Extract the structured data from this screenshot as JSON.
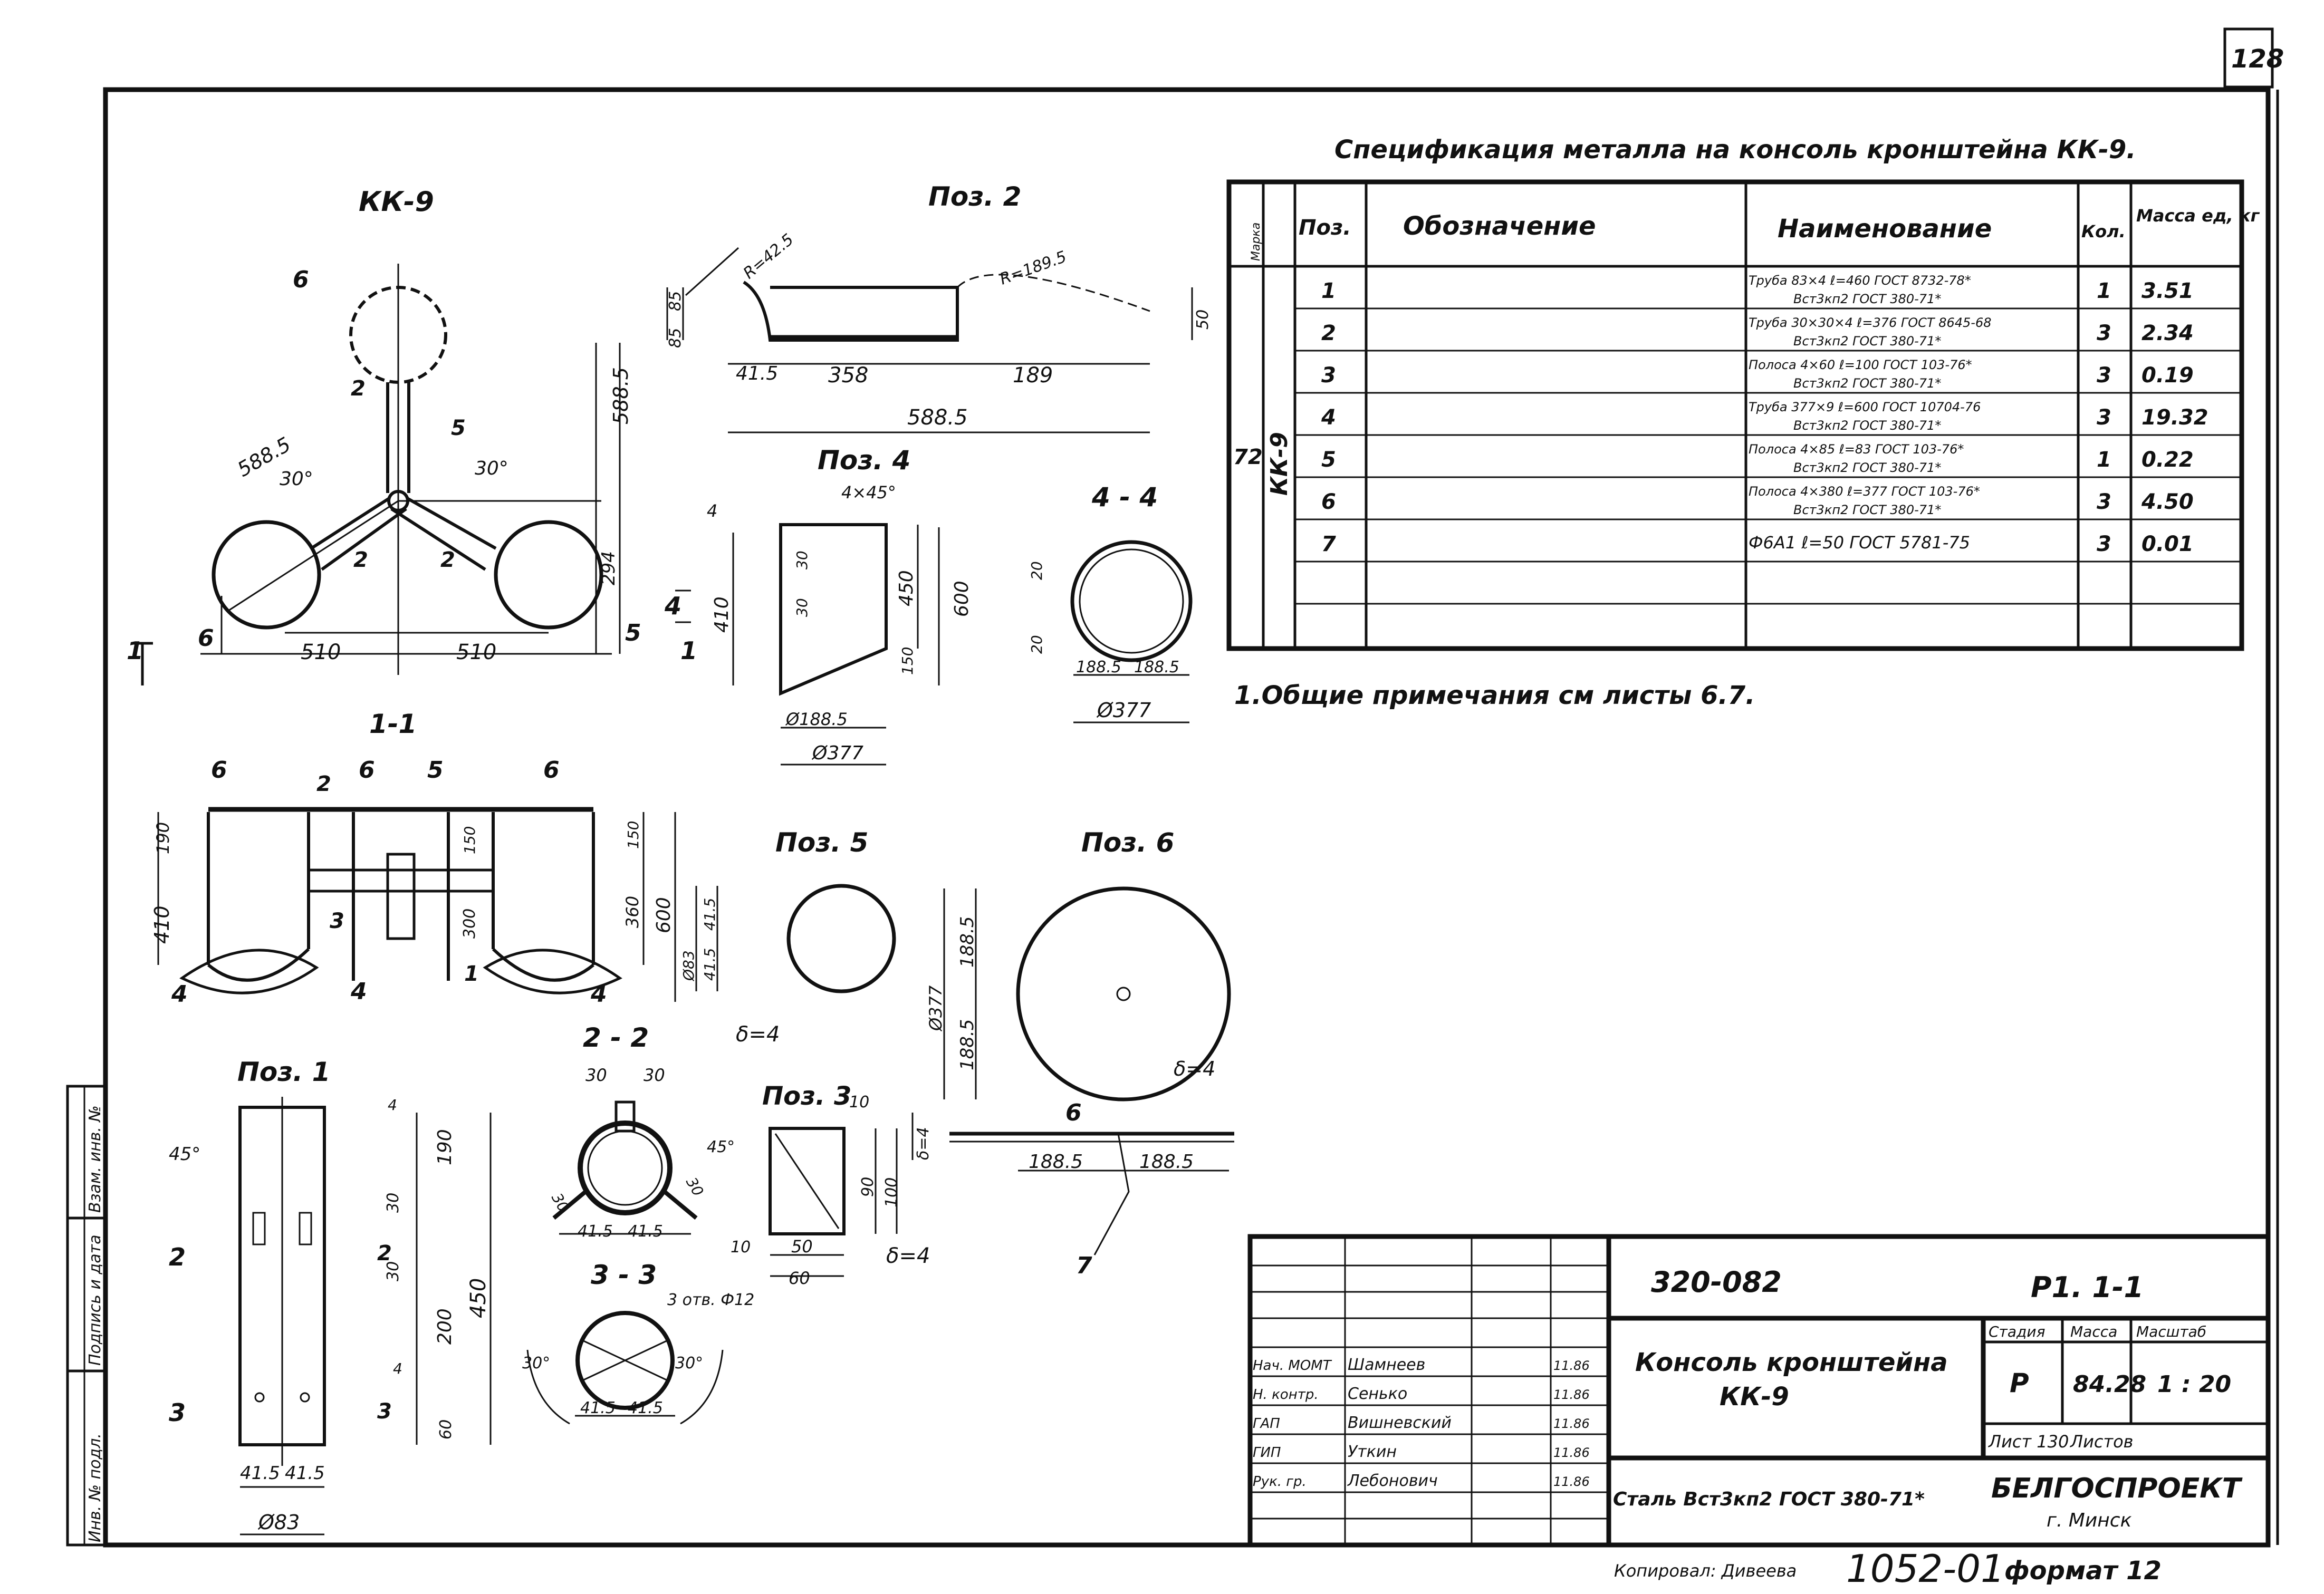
{
  "sheet": {
    "sheet_number": "128",
    "spec_title": "Спецификация металла на консоль кронштейна КК-9.",
    "general_note": "1.Общие примечания см листы 6.7.",
    "bottom_signature": "Копировал: Дивеева",
    "bottom_code": "1052-01",
    "bottom_format": "формат 12"
  },
  "spec_table": {
    "headers": {
      "mark": "Марка",
      "pos": "Поз.",
      "designation": "Обозначение",
      "name": "Наименование",
      "qty": "Кол.",
      "mass": "Масса ед, кг"
    },
    "group_qty": "72",
    "group_mark": "КК-9",
    "rows": [
      {
        "pos": "1",
        "name_line1": "Труба 83×4 ℓ=460 ГОСТ 8732-78*",
        "name_line2": "Вст3кп2 ГОСТ 380-71*",
        "qty": "1",
        "mass": "3.51"
      },
      {
        "pos": "2",
        "name_line1": "Труба 30×30×4 ℓ=376 ГОСТ 8645-68",
        "name_line2": "Вст3кп2 ГОСТ 380-71*",
        "qty": "3",
        "mass": "2.34"
      },
      {
        "pos": "3",
        "name_line1": "Полоса 4×60 ℓ=100 ГОСТ 103-76*",
        "name_line2": "Вст3кп2 ГОСТ 380-71*",
        "qty": "3",
        "mass": "0.19"
      },
      {
        "pos": "4",
        "name_line1": "Труба 377×9 ℓ=600 ГОСТ 10704-76",
        "name_line2": "Вст3кп2 ГОСТ 380-71*",
        "qty": "3",
        "mass": "19.32"
      },
      {
        "pos": "5",
        "name_line1": "Полоса 4×85 ℓ=83 ГОСТ 103-76*",
        "name_line2": "Вст3кп2 ГОСТ 380-71*",
        "qty": "1",
        "mass": "0.22"
      },
      {
        "pos": "6",
        "name_line1": "Полоса 4×380 ℓ=377 ГОСТ 103-76*",
        "name_line2": "Вст3кп2 ГОСТ 380-71*",
        "qty": "3",
        "mass": "4.50"
      },
      {
        "pos": "7",
        "name_line1": "Ф6А1 ℓ=50 ГОСТ 5781-75",
        "name_line2": "",
        "qty": "3",
        "mass": "0.01"
      }
    ]
  },
  "views": {
    "kk9": {
      "title": "КК-9",
      "dims": [
        "588.5",
        "30°",
        "30°",
        "588.5",
        "294",
        "510",
        "510",
        "4",
        "1"
      ],
      "callouts": [
        "6",
        "2",
        "5",
        "2",
        "2",
        "6",
        "5",
        "1"
      ]
    },
    "pos2": {
      "title": "Поз. 2",
      "dims": [
        "R=42.5",
        "R=189.5",
        "85",
        "85",
        "41.5",
        "358",
        "189",
        "588.5",
        "50"
      ]
    },
    "pos4": {
      "title": "Поз. 4",
      "dims": [
        "4×45°",
        "4",
        "410",
        "30",
        "30",
        "450",
        "600",
        "150",
        "Ø188.5",
        "Ø377"
      ]
    },
    "sec44": {
      "title": "4 - 4",
      "dims": [
        "20",
        "20",
        "188.5",
        "188.5",
        "Ø377"
      ]
    },
    "sec11": {
      "title": "1-1",
      "dims": [
        "190",
        "410",
        "150",
        "300",
        "150",
        "360",
        "600"
      ],
      "callouts": [
        "6",
        "2",
        "6",
        "5",
        "6",
        "3",
        "4",
        "4",
        "1",
        "4"
      ]
    },
    "pos5": {
      "title": "Поз. 5",
      "dims": [
        "41.5",
        "41.5",
        "Ø83",
        "δ=4"
      ]
    },
    "pos6": {
      "title": "Поз. 6",
      "dims": [
        "188.5",
        "188.5",
        "Ø377",
        "δ=4",
        "δ=4",
        "188.5",
        "188.5"
      ],
      "callouts": [
        "6",
        "7"
      ]
    },
    "pos1": {
      "title": "Поз. 1",
      "dims": [
        "45°",
        "4",
        "190",
        "30",
        "30",
        "200",
        "450",
        "4",
        "60",
        "41.5",
        "41.5",
        "Ø83"
      ],
      "callouts": [
        "2",
        "2",
        "3",
        "3"
      ]
    },
    "sec22": {
      "title": "2 - 2",
      "dims": [
        "30",
        "30",
        "30",
        "30",
        "41.5",
        "41.5"
      ]
    },
    "sec33": {
      "title": "3 - 3",
      "dims": [
        "3 отв. Ф12",
        "30°",
        "30°",
        "41.5",
        "41.5"
      ]
    },
    "pos3": {
      "title": "Поз. 3",
      "dims": [
        "10",
        "45°",
        "90",
        "100",
        "10",
        "50",
        "60",
        "δ=4"
      ]
    }
  },
  "title_block": {
    "project_code": "320-082",
    "sheet_code": "Р1. 1-1",
    "drawing_title_1": "Консоль кронштейна",
    "drawing_title_2": "КК-9",
    "stage_label": "Стадия",
    "mass_label": "Масса",
    "scale_label": "Масштаб",
    "stage": "Р",
    "mass": "84.28",
    "scale": "1 : 20",
    "sheet_label": "Лист 130",
    "sheets_label": "Листов",
    "material": "Сталь Вст3кп2 ГОСТ 380-71*",
    "organization": "БЕЛГОСПРОЕКТ",
    "city": "г. Минск",
    "roles": [
      {
        "role": "Нач. МОМТ",
        "name": "Шамнеев",
        "date": "11.86"
      },
      {
        "role": "Н. контр.",
        "name": "Сенько",
        "date": "11.86"
      },
      {
        "role": "ГАП",
        "name": "Вишневский",
        "date": "11.86"
      },
      {
        "role": "ГИП",
        "name": "Уткин",
        "date": "11.86"
      },
      {
        "role": "Рук. гр.",
        "name": "Лебонович",
        "date": "11.86"
      }
    ],
    "left_strip": [
      "Инв. № подл.",
      "Подпись и дата",
      "Взам. инв. №"
    ]
  }
}
